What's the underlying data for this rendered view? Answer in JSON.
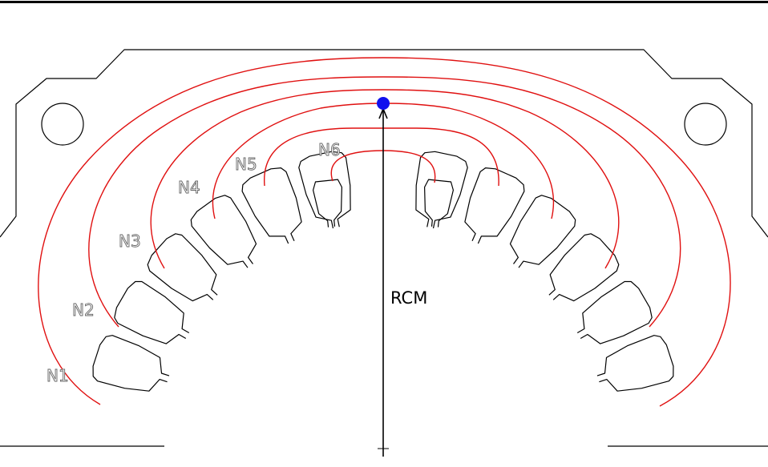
{
  "diagram": {
    "coil_labels": [
      "N1",
      "N2",
      "N3",
      "N4",
      "N5",
      "N6"
    ],
    "axis_label": "RCM",
    "colors": {
      "winding": "#e01010",
      "outline": "#000000",
      "center_point": "#1010ee",
      "label_stroke": "#666666"
    }
  }
}
